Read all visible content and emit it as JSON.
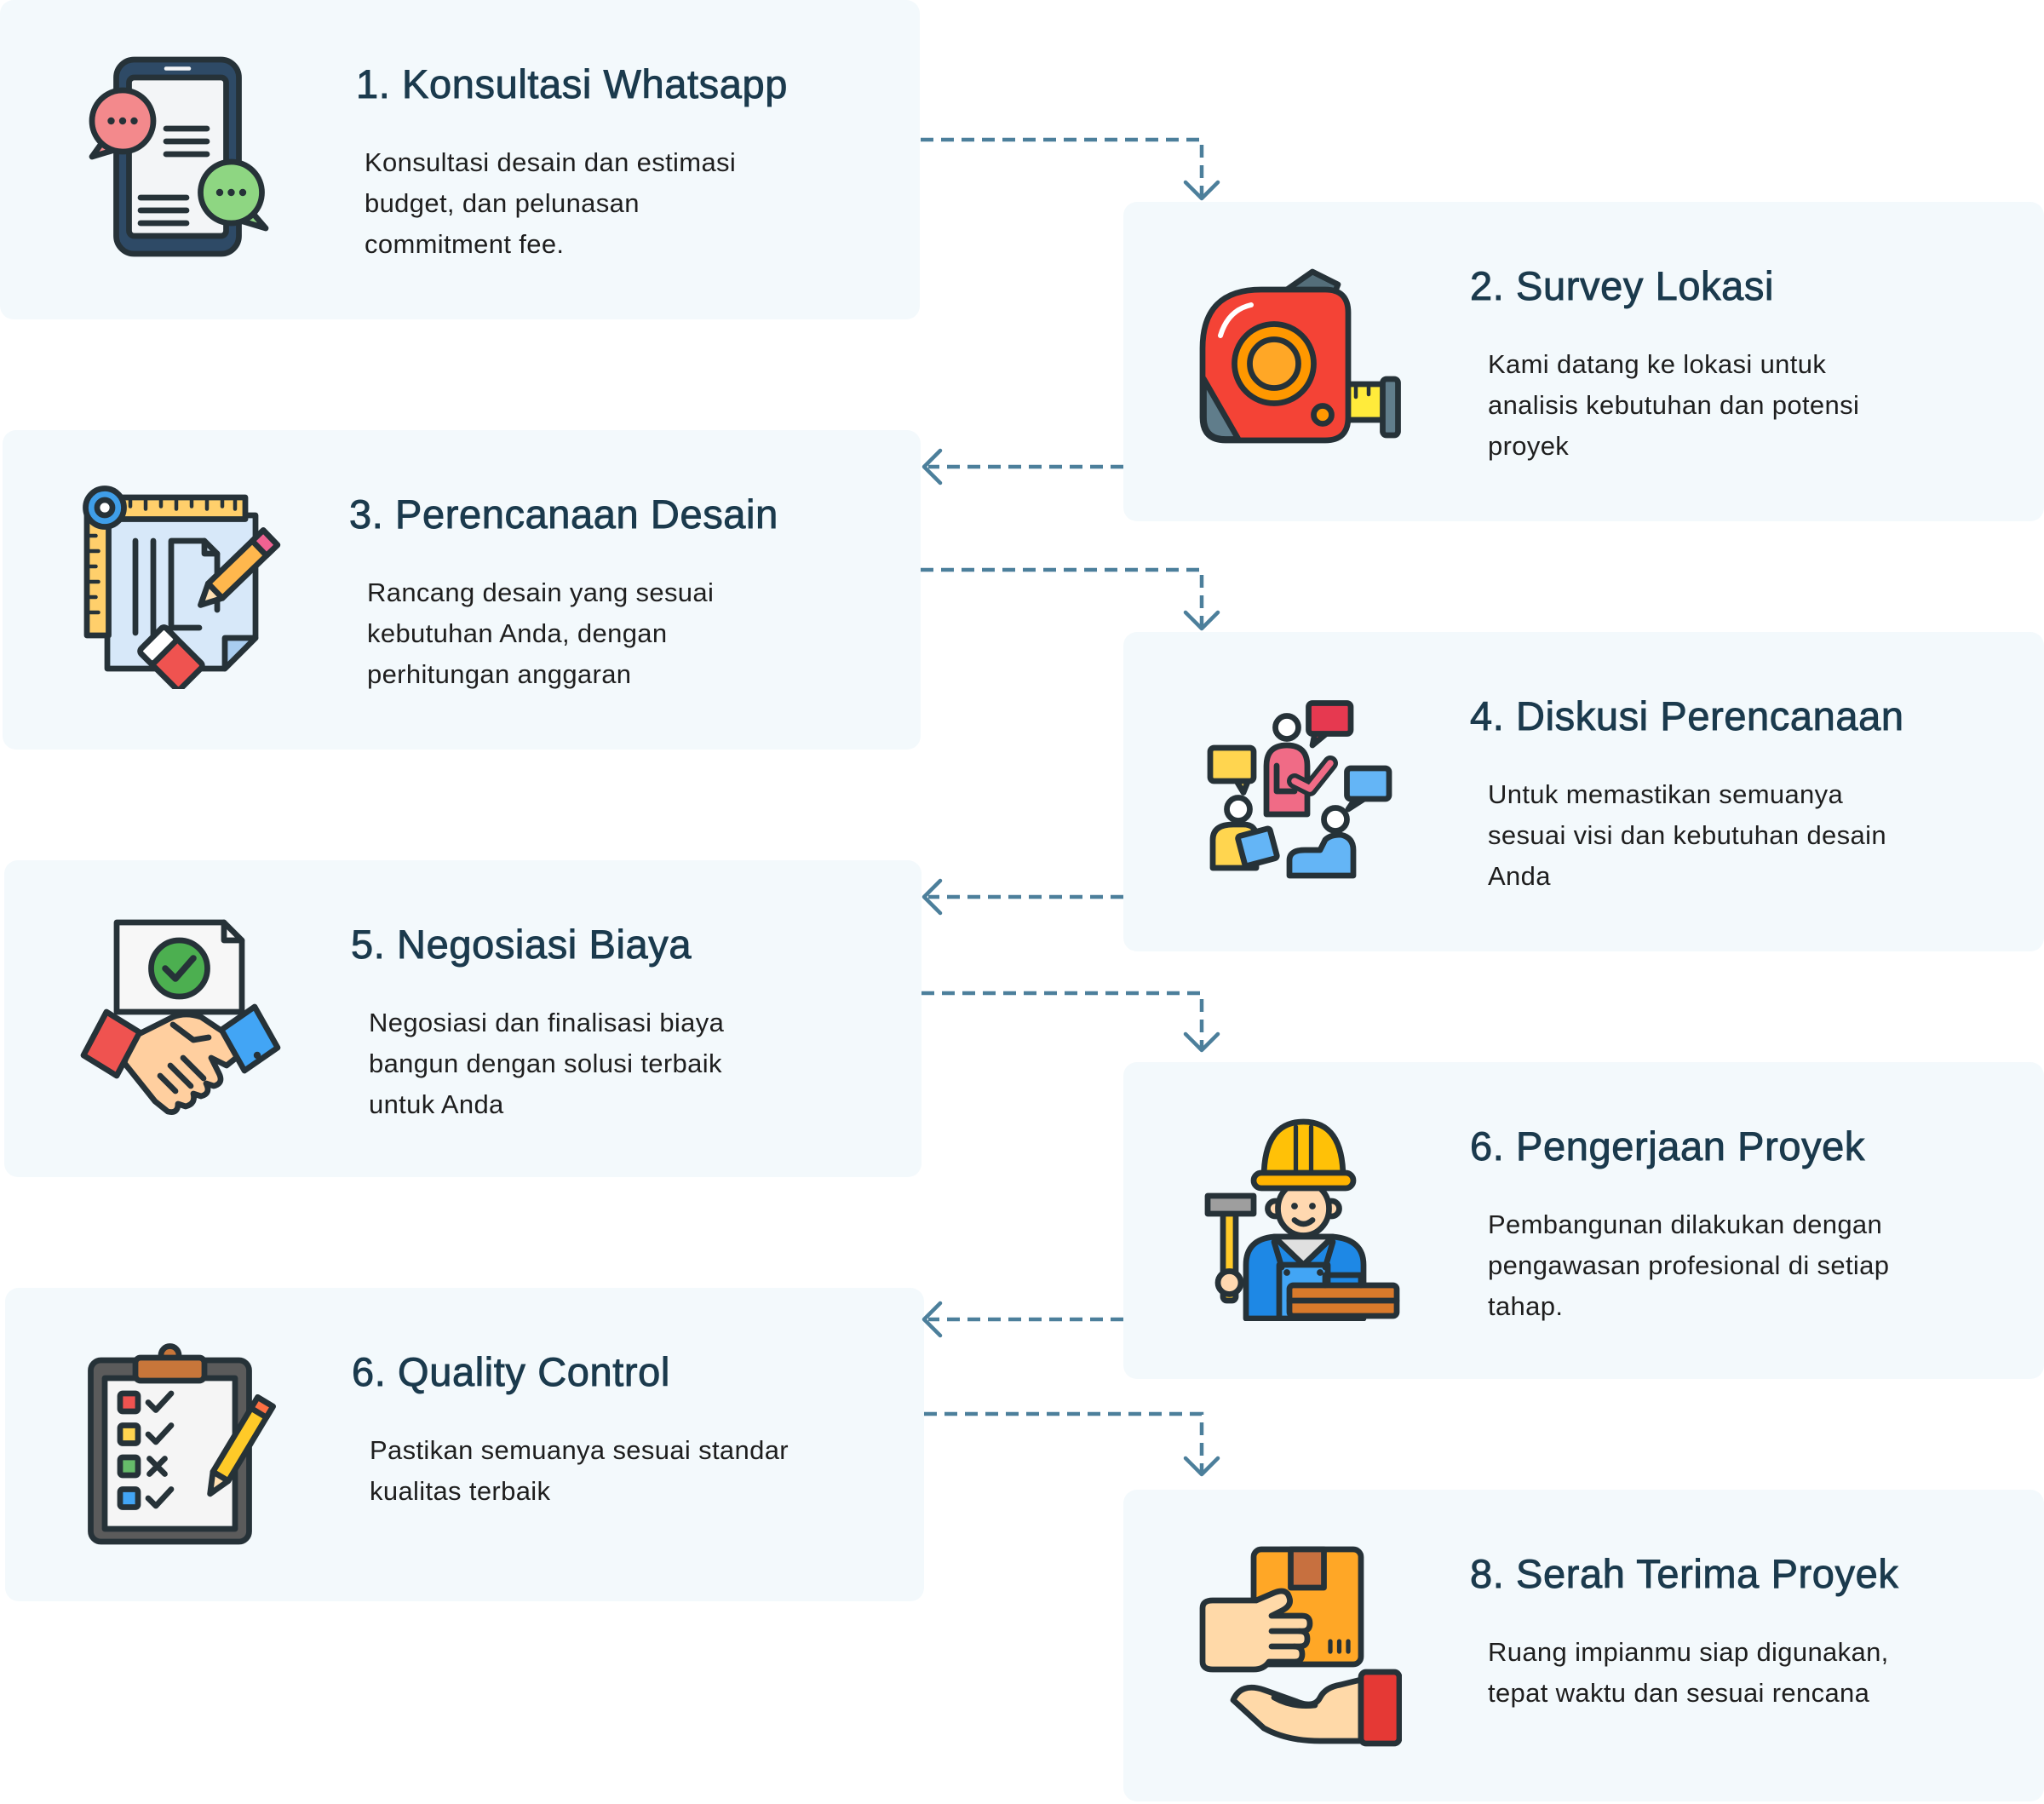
{
  "steps": [
    {
      "title": "1. Konsultasi Whatsapp",
      "description": "Konsultasi desain dan estimasi\nbudget, dan pelunasan\ncommitment fee.",
      "icon": "whatsapp-chat-phone-icon"
    },
    {
      "title": "2. Survey Lokasi",
      "description": "Kami datang ke lokasi untuk\nanalisis kebutuhan dan potensi\nproyek",
      "icon": "measuring-tape-icon"
    },
    {
      "title": "3. Perencanaan Desain",
      "description": "Rancang desain yang sesuai\nkebutuhan Anda, dengan\nperhitungan anggaran",
      "icon": "blueprint-design-icon"
    },
    {
      "title": "4. Diskusi Perencanaan",
      "description": "Untuk memastikan semuanya\nsesuai visi dan kebutuhan desain\nAnda",
      "icon": "team-discussion-icon"
    },
    {
      "title": "5. Negosiasi Biaya",
      "description": "Negosiasi dan finalisasi biaya\nbangun dengan solusi terbaik\nuntuk Anda",
      "icon": "handshake-agreement-icon"
    },
    {
      "title": "6. Pengerjaan Proyek",
      "description": "Pembangunan dilakukan dengan\npengawasan profesional di setiap\ntahap.",
      "icon": "construction-worker-icon"
    },
    {
      "title": "6. Quality Control",
      "description": "Pastikan semuanya sesuai standar\nkualitas terbaik",
      "icon": "checklist-clipboard-icon"
    },
    {
      "title": "8. Serah Terima Proyek",
      "description": "Ruang impianmu siap digunakan,\ntepat waktu dan sesuai rencana",
      "icon": "package-handover-icon"
    }
  ],
  "colors": {
    "card_background": "#f3f9fc",
    "title": "#1b3a4d",
    "text": "#1e1e1e",
    "connector": "#4c7f9b"
  }
}
